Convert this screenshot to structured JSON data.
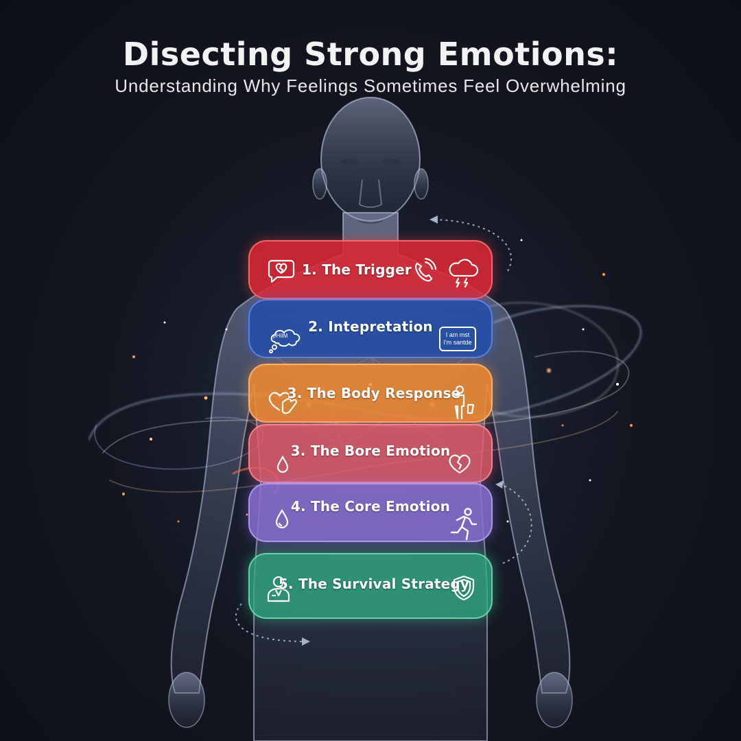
{
  "header": {
    "title": "Disecting Strong Emotions:",
    "subtitle": "Understanding Why Feelings Sometimes Feel Overwhelming"
  },
  "layers": [
    {
      "label": "1. The Trigger",
      "color": "#dc2834",
      "icons": [
        "broken-heart-speech-icon",
        "phone-ringing-icon",
        "storm-cloud-icon"
      ]
    },
    {
      "label": "2. Intepretation",
      "color": "#244eaa",
      "icons": [
        "thought-bubble-icon",
        "speech-bubble-icon"
      ],
      "thought_text": "ƿHIIM",
      "bubble_lines": [
        "I am mst",
        "I'm santde"
      ]
    },
    {
      "label": "3. The Body Response",
      "color": "#f08a32",
      "icons": [
        "heart-hands-icon",
        "person-icon"
      ]
    },
    {
      "label": "3. The Bore Emotion",
      "color": "#e45a68",
      "icons": [
        "drop-icon",
        "broken-heart-icon"
      ]
    },
    {
      "label": "4. The Core Emotion",
      "color": "#886ed2",
      "icons": [
        "drop-icon",
        "running-person-icon"
      ]
    },
    {
      "label": "5. The Survival Strategy",
      "color": "#30aa82",
      "icons": [
        "person-badge-icon",
        "shield-icon"
      ]
    }
  ]
}
